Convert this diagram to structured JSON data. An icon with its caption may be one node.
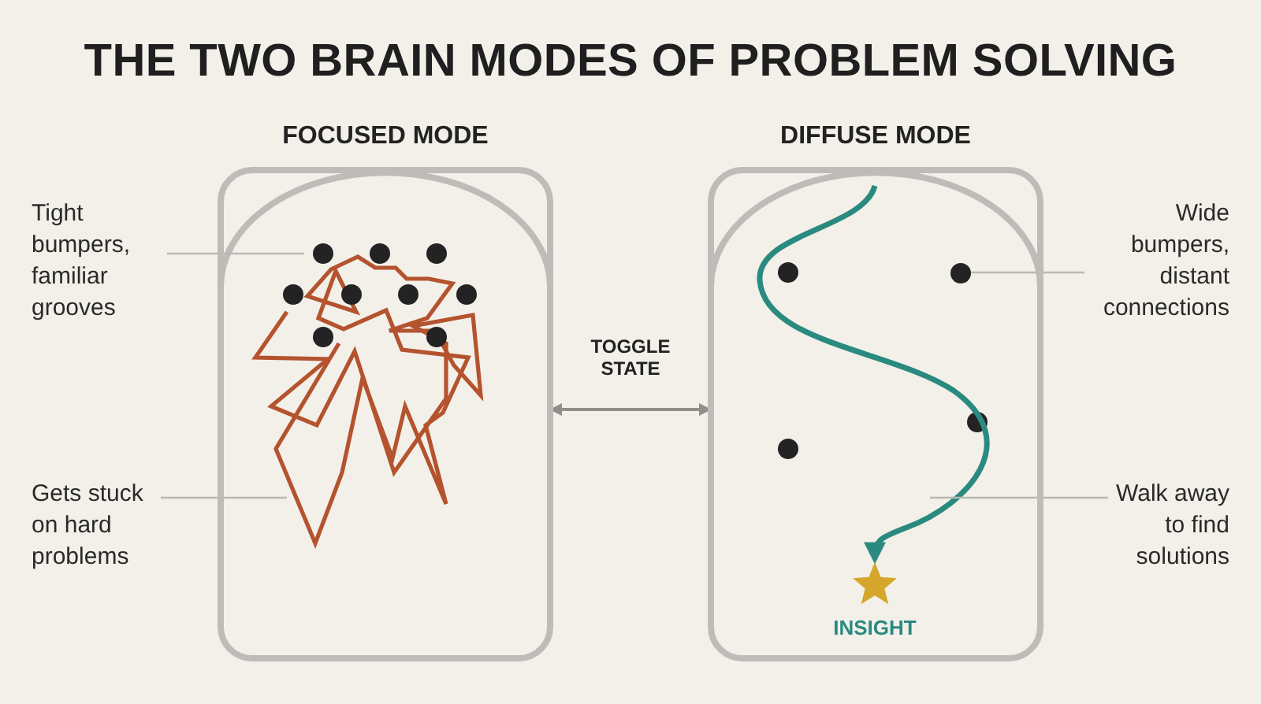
{
  "diagram": {
    "title": "THE TWO BRAIN MODES OF PROBLEM SOLVING",
    "nodes": [
      {
        "text": [
          "FOCUSED MODE"
        ]
      },
      {
        "text": [
          "DIFFUSE MODE"
        ]
      },
      {
        "text": [
          "INSIGHT"
        ],
        "in": 1
      },
      {
        "text": [
          "Tight bumpers, familiar grooves"
        ]
      },
      {
        "text": [
          "Gets stuck on hard problems"
        ]
      },
      {
        "text": [
          "Wide bumpers, distant connections"
        ]
      },
      {
        "text": [
          "Walk away to find solutions"
        ]
      },
      {
        "text": [],
        "shape": "circle",
        "in": 1
      }
    ],
    "edges": [
      {
        "from": 0,
        "to": 1,
        "arrow": "both",
        "label": "TOGGLE STATE"
      },
      {
        "from": null,
        "to": 2,
        "arrow": "to",
        "style": "thick",
        "color": "#2a8a80"
      },
      {
        "from": 3,
        "to": 0,
        "arrow": "none"
      },
      {
        "from": 4,
        "to": 0,
        "arrow": "none"
      },
      {
        "from": 5,
        "to": 7,
        "arrow": "none"
      },
      {
        "from": 6,
        "to": null,
        "arrow": "none"
      }
    ]
  }
}
